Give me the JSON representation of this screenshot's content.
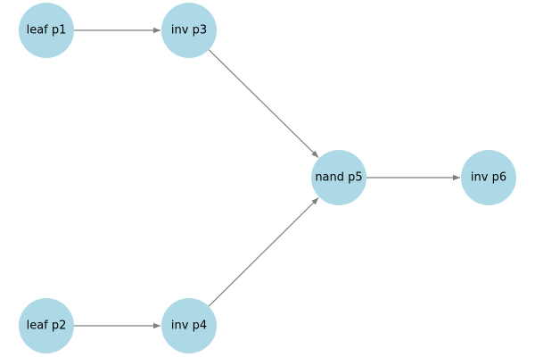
{
  "colors": {
    "node_fill": "#add8e6",
    "edge": "#808080",
    "label": "#000000",
    "background": "#ffffff"
  },
  "graph": {
    "nodes": [
      {
        "id": "p1",
        "label": "leaf p1"
      },
      {
        "id": "p2",
        "label": "leaf p2"
      },
      {
        "id": "p3",
        "label": "inv p3"
      },
      {
        "id": "p4",
        "label": "inv p4"
      },
      {
        "id": "p5",
        "label": "nand p5"
      },
      {
        "id": "p6",
        "label": "inv p6"
      }
    ],
    "edges": [
      {
        "from": "p1",
        "to": "p3"
      },
      {
        "from": "p2",
        "to": "p4"
      },
      {
        "from": "p3",
        "to": "p5"
      },
      {
        "from": "p4",
        "to": "p5"
      },
      {
        "from": "p5",
        "to": "p6"
      }
    ]
  }
}
